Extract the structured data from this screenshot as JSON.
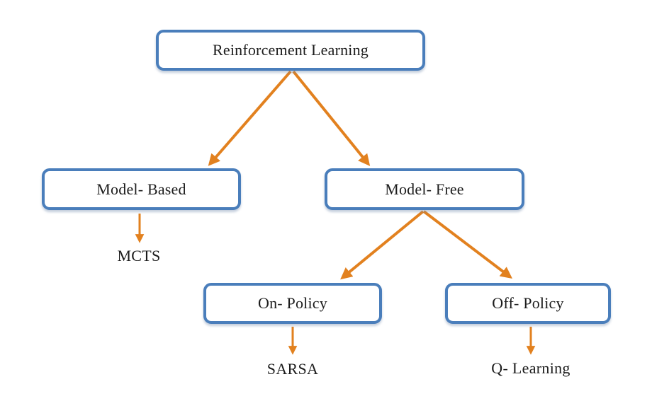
{
  "diagram": {
    "nodes": {
      "root": {
        "label": "Reinforcement Learning",
        "shape": "rounded-box"
      },
      "model_based": {
        "label": "Model- Based",
        "shape": "rounded-box"
      },
      "model_free": {
        "label": "Model- Free",
        "shape": "rounded-box"
      },
      "on_policy": {
        "label": "On- Policy",
        "shape": "rounded-box"
      },
      "off_policy": {
        "label": "Off- Policy",
        "shape": "rounded-box"
      },
      "mcts": {
        "label": "MCTS",
        "shape": "plain-text"
      },
      "sarsa": {
        "label": "SARSA",
        "shape": "plain-text"
      },
      "q_learning": {
        "label": "Q- Learning",
        "shape": "plain-text"
      }
    },
    "edges": [
      {
        "from": "Reinforcement Learning",
        "to": "Model- Based"
      },
      {
        "from": "Reinforcement Learning",
        "to": "Model- Free"
      },
      {
        "from": "Model- Based",
        "to": "MCTS"
      },
      {
        "from": "Model- Free",
        "to": "On- Policy"
      },
      {
        "from": "Model- Free",
        "to": "Off- Policy"
      },
      {
        "from": "On- Policy",
        "to": "SARSA"
      },
      {
        "from": "Off- Policy",
        "to": "Q- Learning"
      }
    ],
    "colors": {
      "box_border": "#4a7ebb",
      "arrow": "#e2811f",
      "text": "#1c1c1c",
      "background": "#ffffff"
    }
  }
}
